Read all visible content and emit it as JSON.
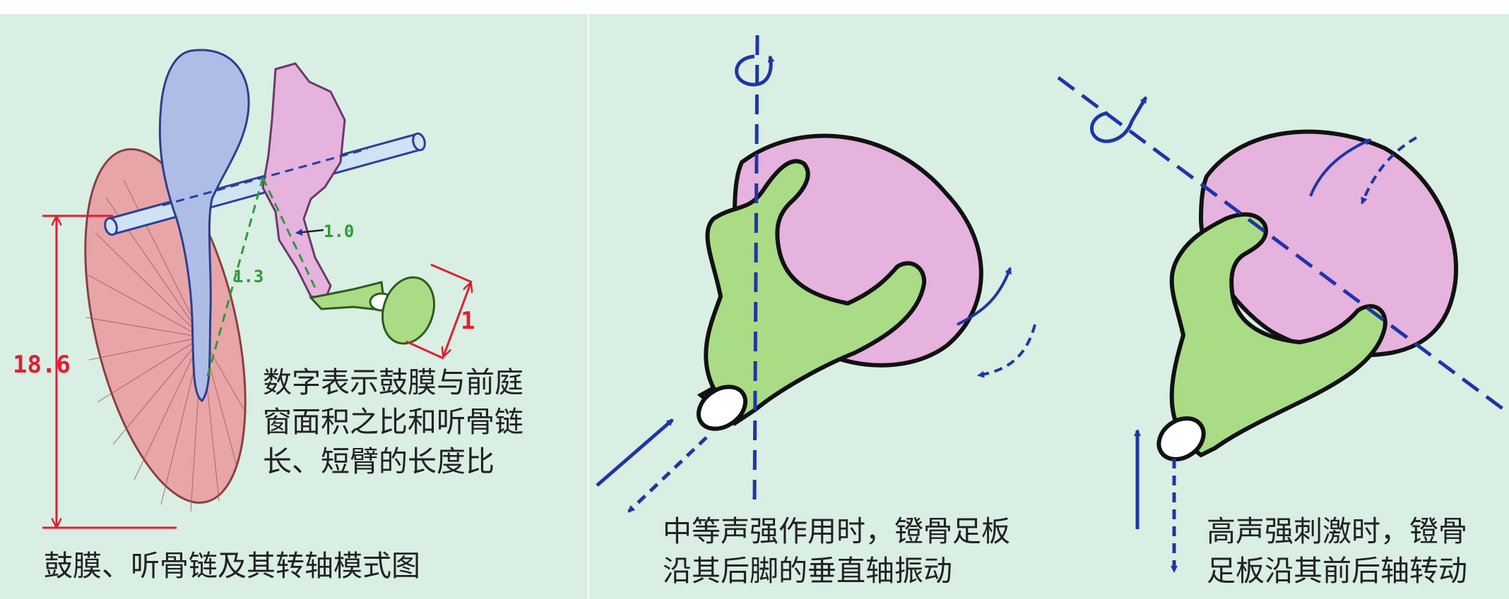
{
  "panels": {
    "model": {
      "caption": "鼓膜、听骨链及其转轴模式图",
      "note": "数字表示鼓膜与前庭\n窗面积之比和听骨链\n长、短臂的长度比",
      "labels": {
        "membrane_ratio": "18.6",
        "long_arm": "1.3",
        "short_arm": "1.0",
        "window": "1"
      }
    },
    "moderate": {
      "caption": "中等声强作用时，镫骨足板\n沿其后脚的垂直轴振动"
    },
    "intense": {
      "caption": "高声强刺激时，镫骨\n足板沿其前后轴转动"
    }
  },
  "colors": {
    "background": "#d9efe3",
    "malleus": "#aebde6",
    "incus": "#e6b2de",
    "stapes": "#a9dc84",
    "eardrum": "#e8a5a8",
    "dimension": "#e01e33",
    "arm_dash": "#2f9a3c",
    "axis": "#1f35a6"
  }
}
